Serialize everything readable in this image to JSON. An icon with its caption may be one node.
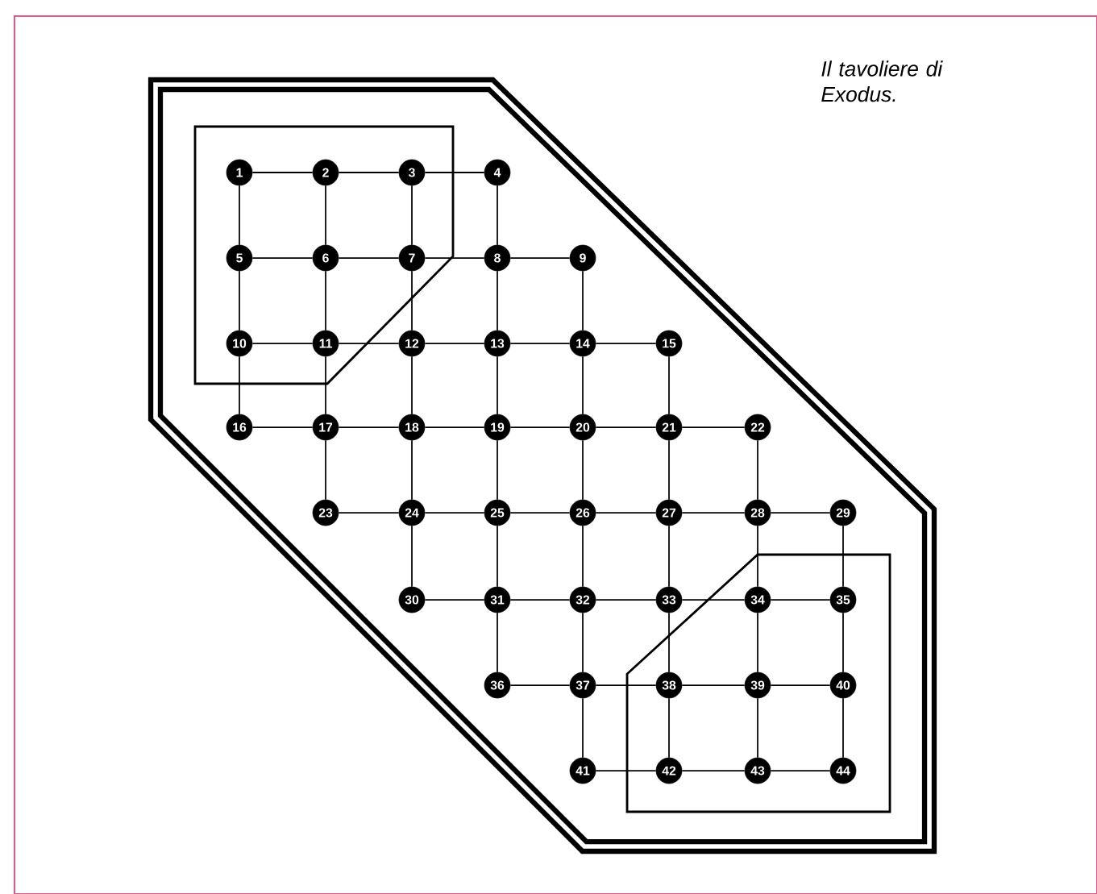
{
  "diagram": {
    "caption": "Il tavoliere di Exodus.",
    "nodes": [
      {
        "text": [
          "1"
        ]
      },
      {
        "text": [
          "2"
        ]
      },
      {
        "text": [
          "3"
        ]
      },
      {
        "text": [
          "4"
        ]
      },
      {
        "text": [
          "5"
        ]
      },
      {
        "text": [
          "6"
        ]
      },
      {
        "text": [
          "7"
        ]
      },
      {
        "text": [
          "8"
        ]
      },
      {
        "text": [
          "9"
        ]
      },
      {
        "text": [
          "10"
        ]
      },
      {
        "text": [
          "11"
        ]
      },
      {
        "text": [
          "12"
        ]
      },
      {
        "text": [
          "13"
        ]
      },
      {
        "text": [
          "14"
        ]
      },
      {
        "text": [
          "15"
        ]
      },
      {
        "text": [
          "16"
        ]
      },
      {
        "text": [
          "17"
        ]
      },
      {
        "text": [
          "18"
        ]
      },
      {
        "text": [
          "19"
        ]
      },
      {
        "text": [
          "20"
        ]
      },
      {
        "text": [
          "21"
        ]
      },
      {
        "text": [
          "22"
        ]
      },
      {
        "text": [
          "23"
        ]
      },
      {
        "text": [
          "24"
        ]
      },
      {
        "text": [
          "25"
        ]
      },
      {
        "text": [
          "26"
        ]
      },
      {
        "text": [
          "27"
        ]
      },
      {
        "text": [
          "28"
        ]
      },
      {
        "text": [
          "29"
        ]
      },
      {
        "text": [
          "30"
        ]
      },
      {
        "text": [
          "31"
        ]
      },
      {
        "text": [
          "32"
        ]
      },
      {
        "text": [
          "33"
        ]
      },
      {
        "text": [
          "34"
        ]
      },
      {
        "text": [
          "35"
        ]
      },
      {
        "text": [
          "36"
        ]
      },
      {
        "text": [
          "37"
        ]
      },
      {
        "text": [
          "38"
        ]
      },
      {
        "text": [
          "39"
        ]
      },
      {
        "text": [
          "40"
        ]
      },
      {
        "text": [
          "41"
        ]
      },
      {
        "text": [
          "42"
        ]
      },
      {
        "text": [
          "43"
        ]
      },
      {
        "text": [
          "44"
        ]
      }
    ],
    "edges": [
      {
        "from": 0,
        "to": 1,
        "arrow": "none"
      },
      {
        "from": 1,
        "to": 2,
        "arrow": "none"
      },
      {
        "from": 2,
        "to": 3,
        "arrow": "none"
      },
      {
        "from": 4,
        "to": 5,
        "arrow": "none"
      },
      {
        "from": 5,
        "to": 6,
        "arrow": "none"
      },
      {
        "from": 6,
        "to": 7,
        "arrow": "none"
      },
      {
        "from": 7,
        "to": 8,
        "arrow": "none"
      },
      {
        "from": 9,
        "to": 10,
        "arrow": "none"
      },
      {
        "from": 10,
        "to": 11,
        "arrow": "none"
      },
      {
        "from": 11,
        "to": 12,
        "arrow": "none"
      },
      {
        "from": 12,
        "to": 13,
        "arrow": "none"
      },
      {
        "from": 13,
        "to": 14,
        "arrow": "none"
      },
      {
        "from": 15,
        "to": 16,
        "arrow": "none"
      },
      {
        "from": 16,
        "to": 17,
        "arrow": "none"
      },
      {
        "from": 17,
        "to": 18,
        "arrow": "none"
      },
      {
        "from": 18,
        "to": 19,
        "arrow": "none"
      },
      {
        "from": 19,
        "to": 20,
        "arrow": "none"
      },
      {
        "from": 20,
        "to": 21,
        "arrow": "none"
      },
      {
        "from": 22,
        "to": 23,
        "arrow": "none"
      },
      {
        "from": 23,
        "to": 24,
        "arrow": "none"
      },
      {
        "from": 24,
        "to": 25,
        "arrow": "none"
      },
      {
        "from": 25,
        "to": 26,
        "arrow": "none"
      },
      {
        "from": 26,
        "to": 27,
        "arrow": "none"
      },
      {
        "from": 27,
        "to": 28,
        "arrow": "none"
      },
      {
        "from": 29,
        "to": 30,
        "arrow": "none"
      },
      {
        "from": 30,
        "to": 31,
        "arrow": "none"
      },
      {
        "from": 31,
        "to": 32,
        "arrow": "none"
      },
      {
        "from": 32,
        "to": 33,
        "arrow": "none"
      },
      {
        "from": 33,
        "to": 34,
        "arrow": "none"
      },
      {
        "from": 35,
        "to": 36,
        "arrow": "none"
      },
      {
        "from": 36,
        "to": 37,
        "arrow": "none"
      },
      {
        "from": 37,
        "to": 38,
        "arrow": "none"
      },
      {
        "from": 38,
        "to": 39,
        "arrow": "none"
      },
      {
        "from": 40,
        "to": 41,
        "arrow": "none"
      },
      {
        "from": 41,
        "to": 42,
        "arrow": "none"
      },
      {
        "from": 42,
        "to": 43,
        "arrow": "none"
      },
      {
        "from": 0,
        "to": 4,
        "arrow": "none"
      },
      {
        "from": 4,
        "to": 9,
        "arrow": "none"
      },
      {
        "from": 9,
        "to": 15,
        "arrow": "none"
      },
      {
        "from": 1,
        "to": 5,
        "arrow": "none"
      },
      {
        "from": 5,
        "to": 10,
        "arrow": "none"
      },
      {
        "from": 10,
        "to": 16,
        "arrow": "none"
      },
      {
        "from": 16,
        "to": 22,
        "arrow": "none"
      },
      {
        "from": 2,
        "to": 6,
        "arrow": "none"
      },
      {
        "from": 6,
        "to": 11,
        "arrow": "none"
      },
      {
        "from": 11,
        "to": 17,
        "arrow": "none"
      },
      {
        "from": 17,
        "to": 23,
        "arrow": "none"
      },
      {
        "from": 23,
        "to": 29,
        "arrow": "none"
      },
      {
        "from": 3,
        "to": 7,
        "arrow": "none"
      },
      {
        "from": 7,
        "to": 12,
        "arrow": "none"
      },
      {
        "from": 12,
        "to": 18,
        "arrow": "none"
      },
      {
        "from": 18,
        "to": 24,
        "arrow": "none"
      },
      {
        "from": 24,
        "to": 30,
        "arrow": "none"
      },
      {
        "from": 30,
        "to": 35,
        "arrow": "none"
      },
      {
        "from": 8,
        "to": 13,
        "arrow": "none"
      },
      {
        "from": 13,
        "to": 19,
        "arrow": "none"
      },
      {
        "from": 19,
        "to": 25,
        "arrow": "none"
      },
      {
        "from": 25,
        "to": 31,
        "arrow": "none"
      },
      {
        "from": 31,
        "to": 36,
        "arrow": "none"
      },
      {
        "from": 36,
        "to": 40,
        "arrow": "none"
      },
      {
        "from": 14,
        "to": 20,
        "arrow": "none"
      },
      {
        "from": 20,
        "to": 26,
        "arrow": "none"
      },
      {
        "from": 26,
        "to": 32,
        "arrow": "none"
      },
      {
        "from": 32,
        "to": 37,
        "arrow": "none"
      },
      {
        "from": 37,
        "to": 41,
        "arrow": "none"
      },
      {
        "from": 21,
        "to": 27,
        "arrow": "none"
      },
      {
        "from": 27,
        "to": 33,
        "arrow": "none"
      },
      {
        "from": 33,
        "to": 38,
        "arrow": "none"
      },
      {
        "from": 38,
        "to": 42,
        "arrow": "none"
      },
      {
        "from": 28,
        "to": 34,
        "arrow": "none"
      },
      {
        "from": 34,
        "to": 39,
        "arrow": "none"
      },
      {
        "from": 39,
        "to": 43,
        "arrow": "none"
      }
    ]
  }
}
